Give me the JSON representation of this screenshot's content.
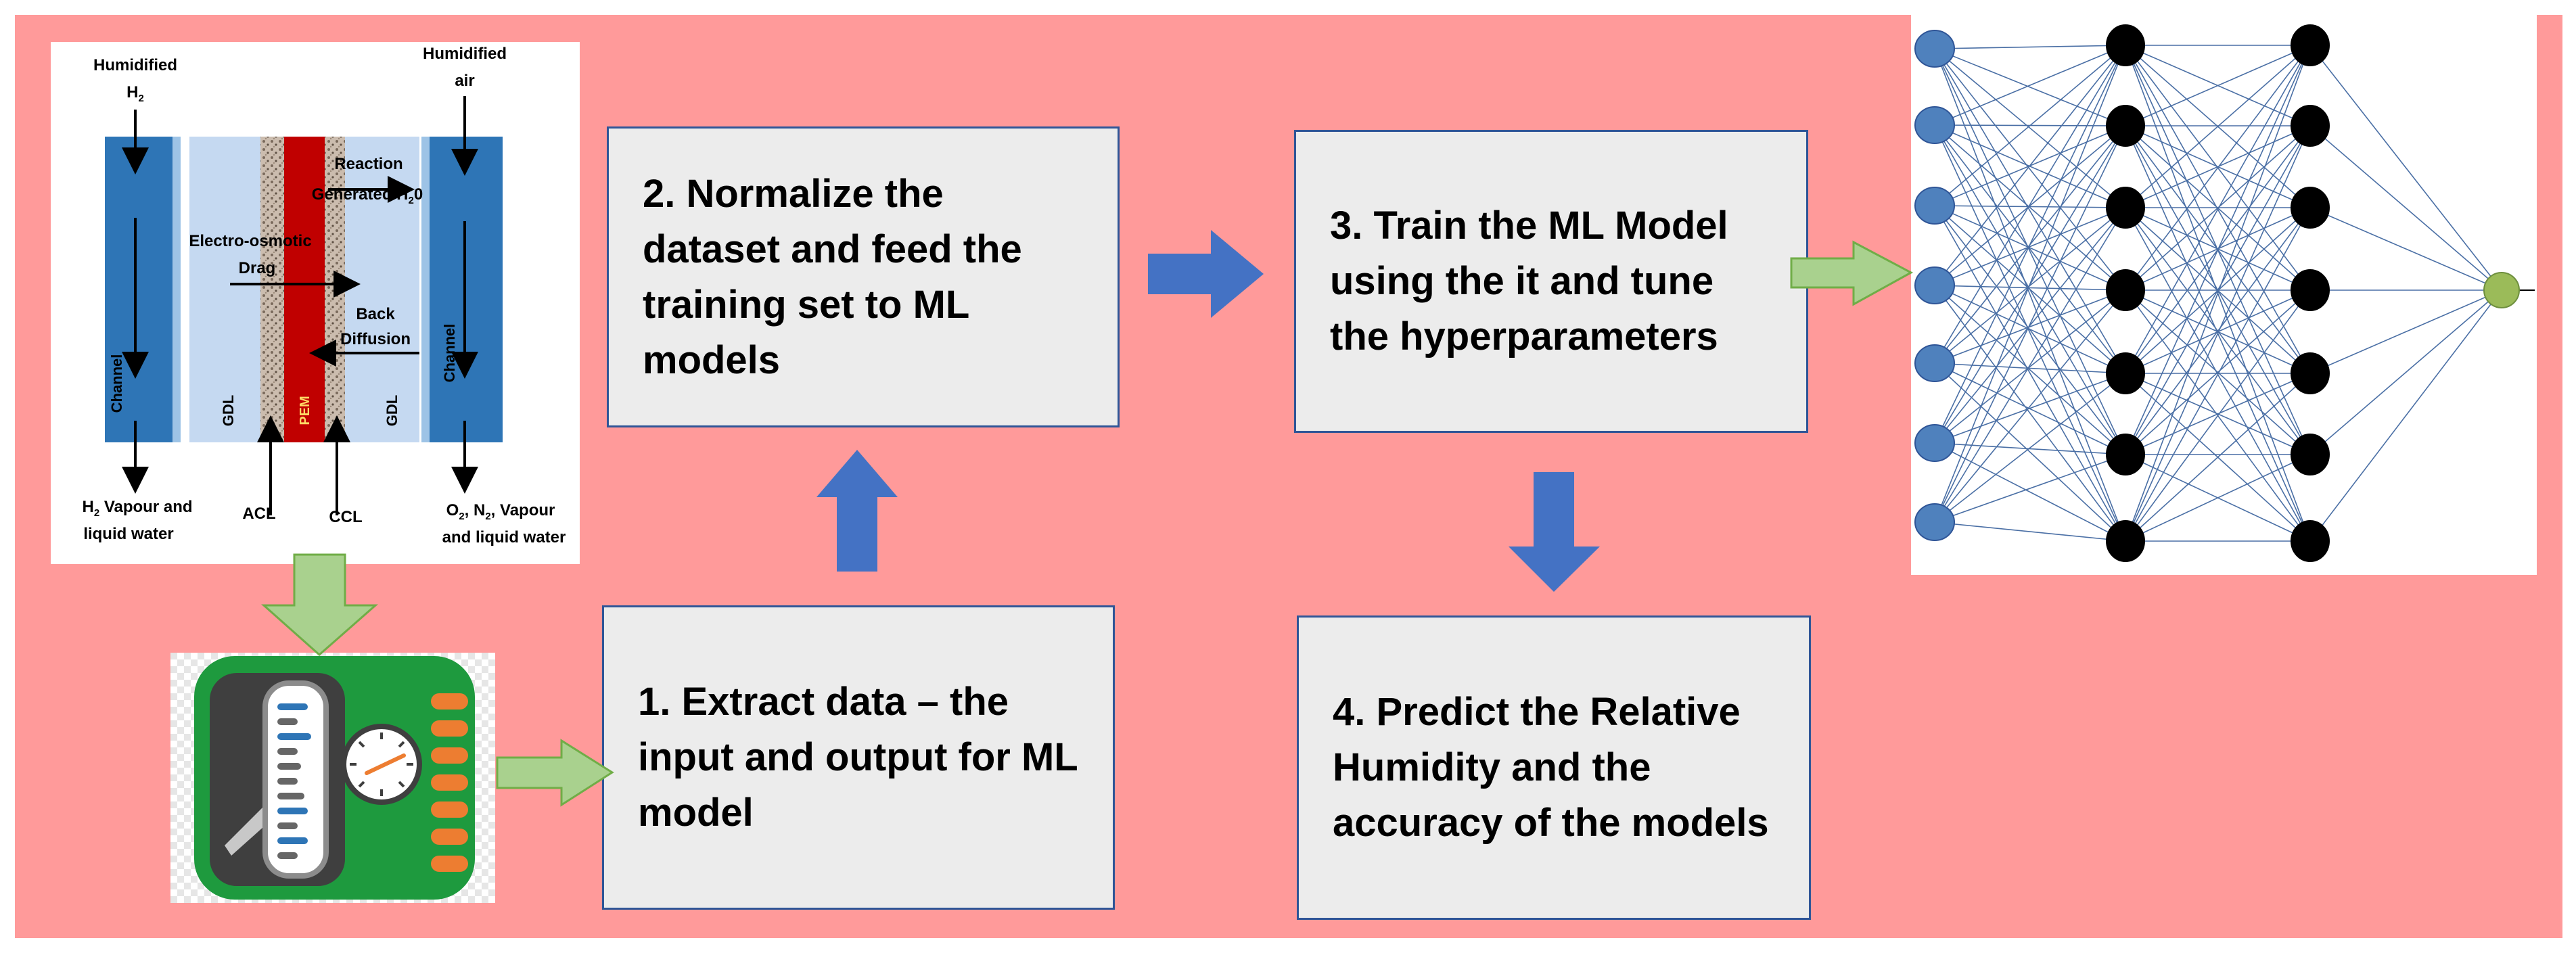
{
  "fuel_cell": {
    "humidified_h2": [
      "Humidified",
      "H",
      "2"
    ],
    "humidified_air": [
      "Humidified",
      "air"
    ],
    "reaction": "Reaction",
    "generated_prefix": "Generated H",
    "generated_sub": "2",
    "generated_suffix": "0",
    "electro_osmotic": "Electro-osmotic",
    "drag": "Drag",
    "back": "Back",
    "diffusion": "Diffusion",
    "channel": "Channel",
    "gdl": "GDL",
    "pem": "PEM",
    "acl": "ACL",
    "ccl": "CCL",
    "h2_out_line1_prefix": "H",
    "h2_out_line1_sub": "2",
    "h2_out_line1_suffix": " Vapour and",
    "h2_out_line2": "liquid water",
    "o2_out_line1_parts": [
      "O",
      "2",
      ", N",
      "2",
      ", Vapour"
    ],
    "o2_out_line2": "and liquid water"
  },
  "steps": {
    "step1": "1. Extract data – the input and output for ML model",
    "step2": "2. Normalize the dataset and feed the training set to ML models",
    "step3": "3. Train the ML Model using the it and tune the hyperparameters",
    "step4": "4. Predict the Relative Humidity and the accuracy of the models"
  },
  "neural_network": {
    "layers": [
      7,
      7,
      7,
      1
    ],
    "input_color": "#4f81bd",
    "hidden_color": "#000000",
    "output_color": "#9bbb59",
    "edge_color": "#4a6fa5"
  },
  "colors": {
    "background": "#ff9a9a",
    "box_fill": "#ececec",
    "box_border": "#2f5597",
    "blue_arrow": "#4472c4",
    "green_arrow": "#a9d18e"
  }
}
